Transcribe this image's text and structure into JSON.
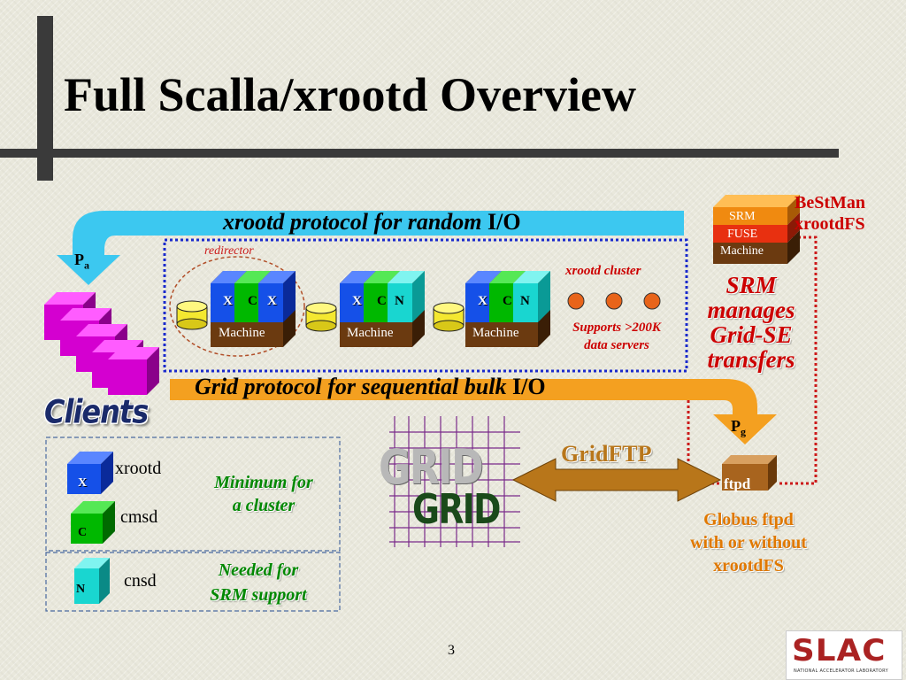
{
  "title": "Full Scalla/xrootd Overview",
  "page_number": "3",
  "top_arrow": {
    "text_italic": "xrootd protocol for random",
    "text_plain": "I/O"
  },
  "bottom_arrow": {
    "text_italic": "Grid protocol for sequential bulk",
    "text_plain": "I/O"
  },
  "port_a": {
    "letter": "P",
    "sub": "a"
  },
  "port_g": {
    "letter": "P",
    "sub": "g"
  },
  "cluster": {
    "redirector_label": "redirector",
    "machine_label": "Machine",
    "machines": [
      {
        "letters": [
          "X",
          "C",
          "X"
        ]
      },
      {
        "letters": [
          "X",
          "C",
          "N"
        ]
      },
      {
        "letters": [
          "X",
          "C",
          "N"
        ]
      }
    ],
    "cluster_label": "xrootd cluster",
    "supports_line1": "Supports >200K",
    "supports_line2": "data servers"
  },
  "clients_label": "Clients",
  "srm_machine": {
    "srm": "SRM",
    "fuse": "FUSE",
    "machine": "Machine",
    "bestman": "BeStMan",
    "xrootdfs": "xrootdFS"
  },
  "srm_manages": [
    "SRM",
    "manages",
    "Grid-SE",
    "transfers"
  ],
  "gridftp_label": "GridFTP",
  "grid_word": "GRID",
  "ftpd_label": "ftpd",
  "globus_lines": [
    "Globus ftpd",
    "with or without",
    "xrootdFS"
  ],
  "legend": {
    "items": [
      {
        "letter": "X",
        "name": "xrootd"
      },
      {
        "letter": "C",
        "name": "cmsd"
      },
      {
        "letter": "N",
        "name": "cnsd"
      }
    ],
    "min_cluster": [
      "Minimum for",
      "a cluster"
    ],
    "srm_support": [
      "Needed for",
      "SRM support"
    ]
  },
  "logo": {
    "text": "SLAC",
    "subtext": "NATIONAL ACCELERATOR LABORATORY"
  },
  "colors": {
    "arrow_blue": "#3cc8f0",
    "arrow_orange": "#f4a020",
    "cube_magenta": "#d400d0",
    "cube_blue": "#1550e8",
    "cube_green": "#00b800",
    "cube_cyan": "#19d6d0",
    "machine_brown": "#6b3a10",
    "drum_yellow": "#f4e830",
    "title_black": "#000000",
    "bestman_red": "#cc0000",
    "green_text": "#008800",
    "orange_text": "#e07800",
    "slac_red": "#aa2222"
  }
}
